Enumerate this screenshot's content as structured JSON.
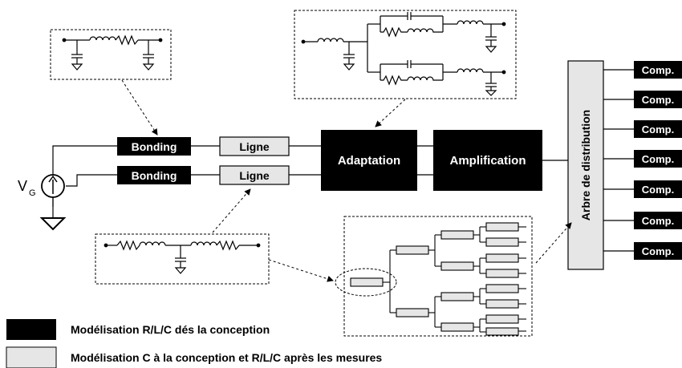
{
  "blocks": {
    "bonding_top": "Bonding",
    "bonding_bottom": "Bonding",
    "ligne_top": "Ligne",
    "ligne_bottom": "Ligne",
    "adaptation": "Adaptation",
    "amplification": "Amplification",
    "distribution_tree": "Arbre de distribution",
    "comp": "Comp."
  },
  "source": {
    "label": "V",
    "subscript": "G"
  },
  "legend": {
    "dark": "Modélisation R/L/C dés la conception",
    "light": "Modélisation C à la conception et R/L/C  après les mesures"
  },
  "colors": {
    "dark_block": "#000000",
    "light_block": "#e6e6e6",
    "line": "#000000"
  }
}
